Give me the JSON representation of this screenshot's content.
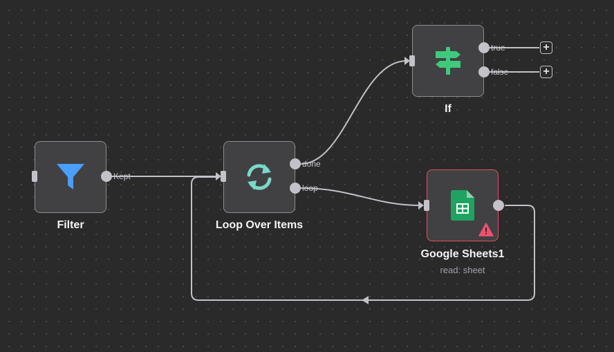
{
  "nodes": {
    "filter": {
      "label": "Filter",
      "output": "Kept"
    },
    "loop": {
      "label": "Loop Over Items",
      "output_done": "done",
      "output_loop": "loop"
    },
    "if": {
      "label": "If",
      "output_true": "true",
      "output_false": "false"
    },
    "sheets": {
      "label": "Google Sheets1",
      "subtitle": "read: sheet",
      "status": "warning"
    }
  },
  "icons": {
    "filter": "funnel-icon",
    "loop": "refresh-icon",
    "if": "signpost-icon",
    "sheets": "google-sheets-icon",
    "warning": "warning-icon",
    "add": "plus-icon"
  },
  "add_button": "+",
  "colors": {
    "filter_icon": "#4a9eff",
    "loop_icon": "#7ad9c8",
    "if_icon": "#3ec97c",
    "sheets_icon": "#1ea362",
    "warning": "#f0506e",
    "error_border": "#e05260",
    "edge": "#c2c2c8"
  }
}
